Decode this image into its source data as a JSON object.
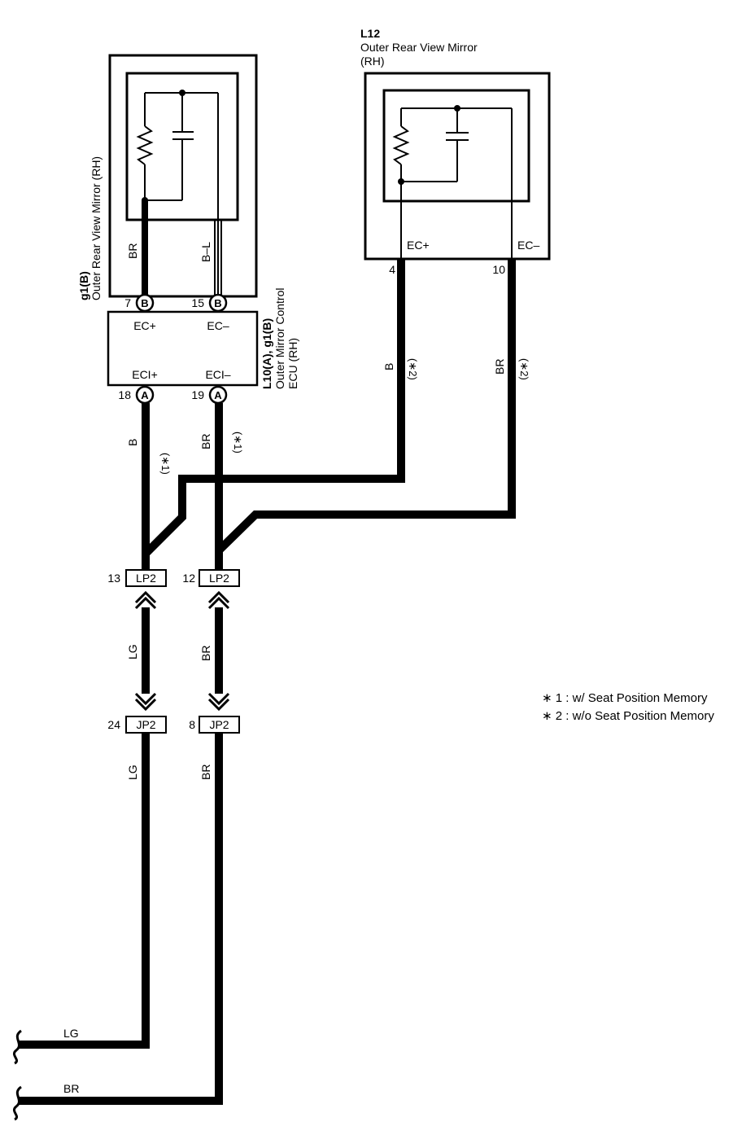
{
  "colors": {
    "wire": "#000000",
    "background": "#ffffff"
  },
  "components": {
    "g1b_mirror": {
      "code": "g1(B)",
      "name": "Outer Rear View Mirror (RH)",
      "wire_left": "BR",
      "wire_right": "B–L"
    },
    "ecu": {
      "code": "L10(A), g1(B)",
      "name_line1": "Outer Mirror Control",
      "name_line2": "ECU (RH)",
      "pins": {
        "top_left": {
          "number": "7",
          "connector": "B",
          "label": "EC+"
        },
        "top_right": {
          "number": "15",
          "connector": "B",
          "label": "EC–"
        },
        "bottom_left": {
          "number": "18",
          "connector": "A",
          "label": "ECI+"
        },
        "bottom_right": {
          "number": "19",
          "connector": "A",
          "label": "ECI–"
        }
      }
    },
    "l12_mirror": {
      "code": "L12",
      "name_line1": "Outer Rear View Mirror",
      "name_line2": "(RH)",
      "pin_left": {
        "number": "4",
        "label": "EC+"
      },
      "pin_right": {
        "number": "10",
        "label": "EC–"
      }
    }
  },
  "wires": {
    "ecu_left": {
      "color": "B",
      "note": "(∗1)"
    },
    "ecu_right": {
      "color": "BR",
      "note": "(∗1)"
    },
    "l12_left": {
      "color": "B",
      "note": "(∗2)"
    },
    "l12_right": {
      "color": "BR",
      "note": "(∗2)"
    },
    "mid_left": "LG",
    "mid_right": "BR",
    "low_left": "LG",
    "low_right": "BR",
    "exit_upper": "LG",
    "exit_lower": "BR"
  },
  "connectors": {
    "lp2_left": {
      "number": "13",
      "name": "LP2"
    },
    "lp2_right": {
      "number": "12",
      "name": "LP2"
    },
    "jp2_left": {
      "number": "24",
      "name": "JP2"
    },
    "jp2_right": {
      "number": "8",
      "name": "JP2"
    }
  },
  "notes": {
    "n1": "∗ 1 : w/ Seat Position Memory",
    "n2": "∗ 2 : w/o Seat Position Memory"
  }
}
